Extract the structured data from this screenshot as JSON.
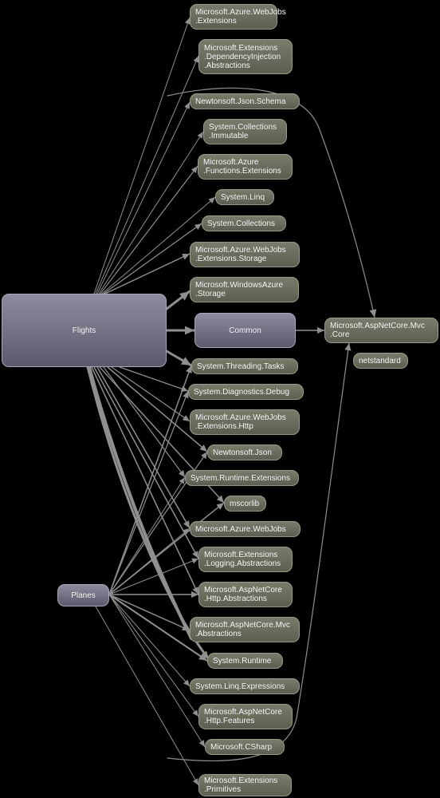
{
  "diagram": {
    "nodes": {
      "flights": "Flights",
      "common": "Common",
      "planes": "Planes",
      "azure_webjobs_ext": "Microsoft.Azure.WebJobs\n.Extensions",
      "ext_di_abstractions": "Microsoft.Extensions\n.DependencyInjection\n.Abstractions",
      "json_schema": "Newtonsoft.Json.Schema",
      "collections_immutable": "System.Collections\n.Immutable",
      "azure_functions_ext": "Microsoft.Azure\n.Functions.Extensions",
      "system_linq": "System.Linq",
      "system_collections": "System.Collections",
      "webjobs_ext_storage": "Microsoft.Azure.WebJobs\n.Extensions.Storage",
      "windowsazure_storage": "Microsoft.WindowsAzure\n.Storage",
      "aspnetcore_mvc_core": "Microsoft.AspNetCore.Mvc\n.Core",
      "netstandard": "netstandard",
      "threading_tasks": "System.Threading.Tasks",
      "diagnostics_debug": "System.Diagnostics.Debug",
      "webjobs_ext_http": "Microsoft.Azure.WebJobs\n.Extensions.Http",
      "newtonsoft_json": "Newtonsoft.Json",
      "runtime_extensions": "System.Runtime.Extensions",
      "mscorlib": "mscorlib",
      "azure_webjobs": "Microsoft.Azure.WebJobs",
      "logging_abstractions": "Microsoft.Extensions\n.Logging.Abstractions",
      "aspnetcore_http_abstractions": "Microsoft.AspNetCore\n.Http.Abstractions",
      "aspnetcore_mvc_abstractions": "Microsoft.AspNetCore.Mvc\n.Abstractions",
      "system_runtime": "System.Runtime",
      "linq_expressions": "System.Linq.Expressions",
      "aspnetcore_http_features": "Microsoft.AspNetCore\n.Http.Features",
      "microsoft_csharp": "Microsoft.CSharp",
      "extensions_primitives": "Microsoft.Extensions\n.Primitives"
    },
    "colors": {
      "background": "#000000",
      "edge": "#8f8f8f",
      "dependency_node": "#6b6b5c",
      "project_node": "#747486",
      "text": "#ffffff"
    }
  }
}
